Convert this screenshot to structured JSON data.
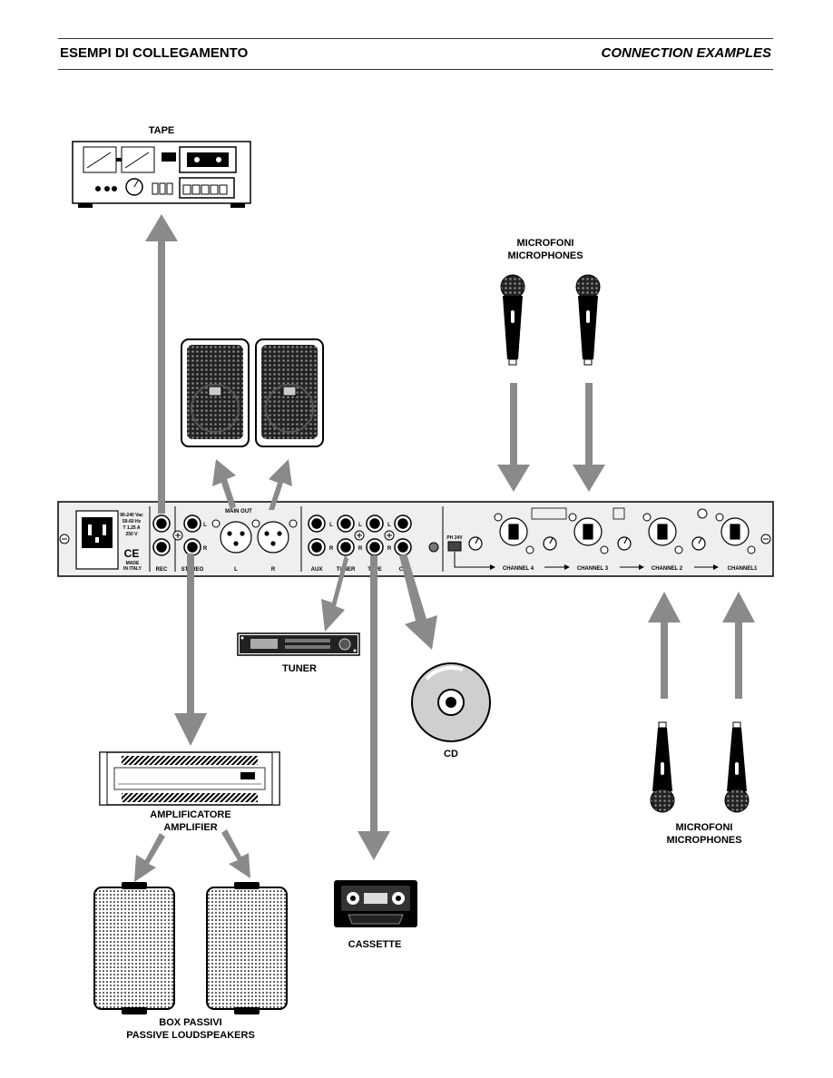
{
  "header": {
    "left_title": "ESEMPI DI COLLEGAMENTO",
    "right_title": "CONNECTION EXAMPLES"
  },
  "devices": {
    "tape_deck": "TAPE",
    "mics_top": [
      "MICROFONI",
      "MICROPHONES"
    ],
    "tuner": "TUNER",
    "cd": "CD",
    "amplifier": [
      "AMPLIFICATORE",
      "AMPLIFIER"
    ],
    "mics_bottom": [
      "MICROFONI",
      "MICROPHONES"
    ],
    "cassette": "CASSETTE",
    "passive_speakers": [
      "BOX PASSIVI",
      "PASSIVE LOUDSPEAKERS"
    ]
  },
  "panel": {
    "power_spec": [
      "90-240 Vac",
      "50-60 Hz",
      "T 1.25 A",
      "250 V"
    ],
    "made": [
      "MADE",
      "IN ITALY"
    ],
    "ce": "CE",
    "rec": "REC",
    "stereo": "STEREO",
    "main_out": "MAIN OUT",
    "main_l": "L",
    "main_r": "R",
    "aux": "AUX",
    "tuner": "TUNER",
    "tape": "TAPE",
    "cd": "CD",
    "ph24v": "PH 24V",
    "ch_l": "L",
    "ch_r": "R",
    "channels": [
      "CHANNEL 4",
      "CHANNEL 3",
      "CHANNEL 2",
      "CHANNEL1"
    ]
  },
  "colors": {
    "arrow": "#8a8a8a",
    "panel": "#efefef",
    "ink": "#000000"
  }
}
